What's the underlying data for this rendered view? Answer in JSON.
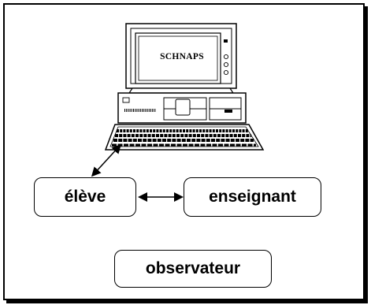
{
  "diagram": {
    "computer": {
      "screen_text": "SCHNAPS"
    },
    "nodes": {
      "eleve": "élève",
      "enseignant": "enseignant",
      "observateur": "observateur"
    },
    "links": [
      {
        "from": "computer",
        "to": "eleve",
        "bidirectional": true
      },
      {
        "from": "eleve",
        "to": "enseignant",
        "bidirectional": true
      }
    ]
  }
}
